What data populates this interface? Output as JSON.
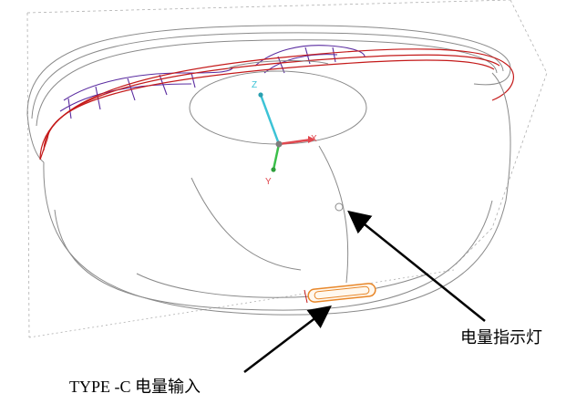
{
  "callouts": {
    "indicator_light": "电量指示灯",
    "typec_input": "TYPE -C  电量输入"
  },
  "axes": {
    "z_label": "Z",
    "x_label": "X",
    "y_label": "Y"
  },
  "colors": {
    "outline": "#9a9a9a",
    "rim_red": "#c41a1a",
    "fan_purple": "#5a2ca0",
    "port_orange": "#e8872a",
    "axis_z": "#3cc3d6",
    "axis_x": "#e0484f",
    "axis_y": "#3bbf4a",
    "arrow": "#000000"
  }
}
